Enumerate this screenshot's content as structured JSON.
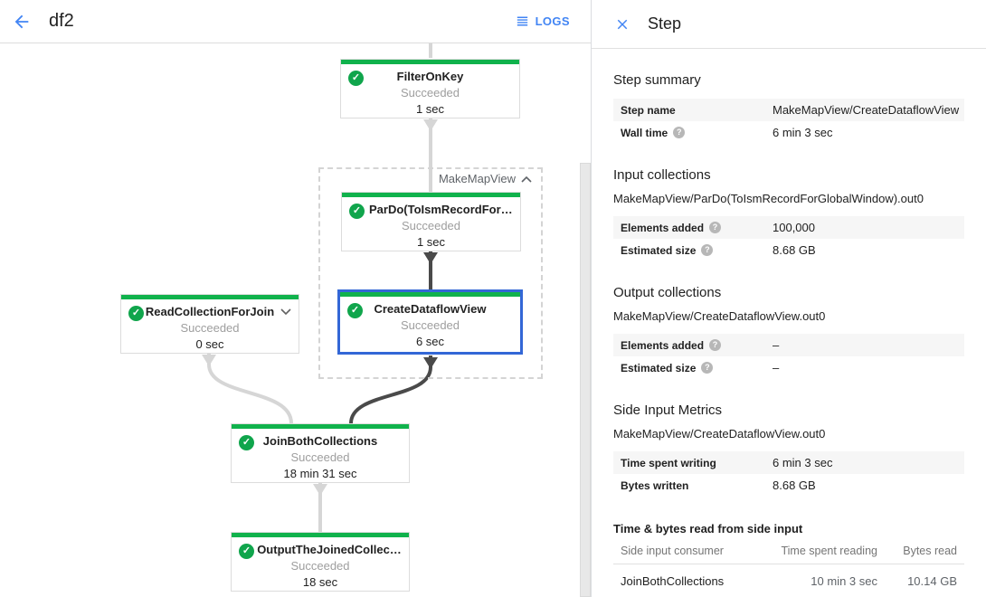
{
  "topbar": {
    "title": "df2",
    "logs_label": "LOGS"
  },
  "colors": {
    "success_green": "#10b24c",
    "selected_blue": "#3367d6",
    "accent_blue": "#4285f4"
  },
  "graph": {
    "group_label": "MakeMapView",
    "nodes": [
      {
        "title": "FilterOnKey",
        "status": "Succeeded",
        "time": "1 sec"
      },
      {
        "title": "ParDo(ToIsmRecordFor…",
        "status": "Succeeded",
        "time": "1 sec"
      },
      {
        "title": "CreateDataflowView",
        "status": "Succeeded",
        "time": "6 sec",
        "selected": true
      },
      {
        "title": "ReadCollectionForJoin",
        "status": "Succeeded",
        "time": "0 sec"
      },
      {
        "title": "JoinBothCollections",
        "status": "Succeeded",
        "time": "18 min 31 sec"
      },
      {
        "title": "OutputTheJoinedCollec…",
        "status": "Succeeded",
        "time": "18 sec"
      }
    ]
  },
  "panel": {
    "title": "Step",
    "sections": [
      {
        "heading": "Step summary",
        "rows": [
          {
            "label": "Step name",
            "value": "MakeMapView/CreateDataflowView"
          },
          {
            "label": "Wall time",
            "value": "6 min 3 sec"
          }
        ]
      },
      {
        "heading": "Input collections",
        "subtitle": "MakeMapView/ParDo(ToIsmRecordForGlobalWindow).out0",
        "rows": [
          {
            "label": "Elements added",
            "value": "100,000"
          },
          {
            "label": "Estimated size",
            "value": "8.68 GB"
          }
        ]
      },
      {
        "heading": "Output collections",
        "subtitle": "MakeMapView/CreateDataflowView.out0",
        "rows": [
          {
            "label": "Elements added",
            "value": "–"
          },
          {
            "label": "Estimated size",
            "value": "–"
          }
        ]
      },
      {
        "heading": "Side Input Metrics",
        "subtitle": "MakeMapView/CreateDataflowView.out0",
        "rows": [
          {
            "label": "Time spent writing",
            "value": "6 min 3 sec"
          },
          {
            "label": "Bytes written",
            "value": "8.68 GB"
          }
        ]
      }
    ],
    "side_input_table": {
      "heading": "Time & bytes read from side input",
      "columns": [
        "Side input consumer",
        "Time spent reading",
        "Bytes read"
      ],
      "rows": [
        [
          "JoinBothCollections",
          "10 min 3 sec",
          "10.14 GB"
        ]
      ]
    }
  }
}
